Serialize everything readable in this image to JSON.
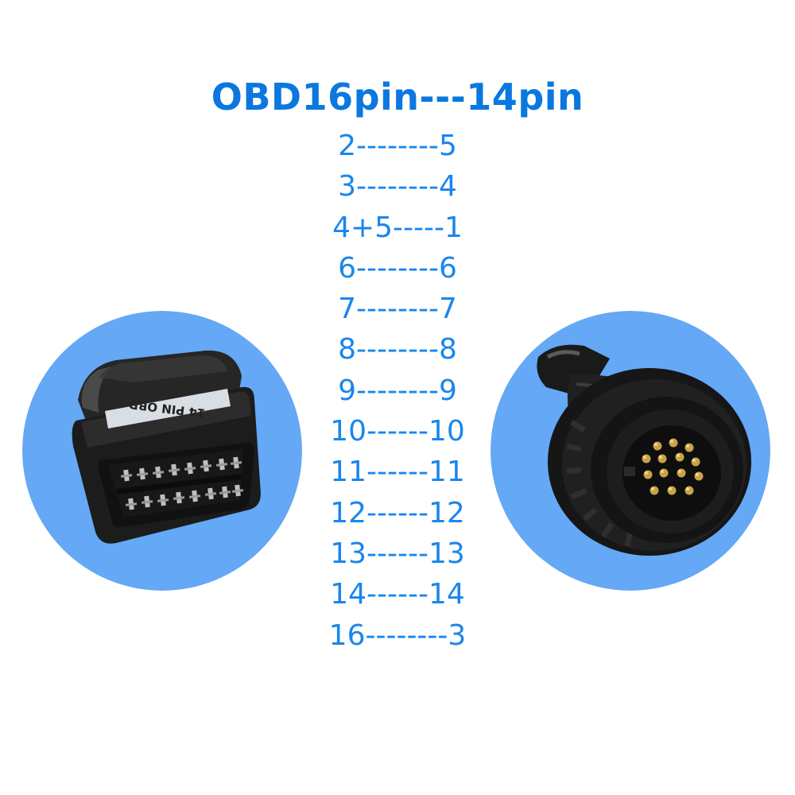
{
  "title": "OBD16pin---14pin",
  "mappings": [
    "2--------5",
    "3--------4",
    "4+5-----1",
    "6--------6",
    "7--------7",
    "8--------8",
    "9--------9",
    "10------10",
    "11------11",
    "12------12",
    "13------13",
    "14------14",
    "16--------3"
  ],
  "connector_label": "14 PIN OBD",
  "colors": {
    "title": "#0a78df",
    "mapping_text": "#1a86ec",
    "circle_background": "#64a8f6",
    "connector_body": "#1b1b1b",
    "pin_gold": "#c9a24a"
  },
  "icons": {
    "left_photo": "obd2-16-pin-female-connector-icon",
    "right_photo": "14-pin-round-male-connector-icon"
  }
}
